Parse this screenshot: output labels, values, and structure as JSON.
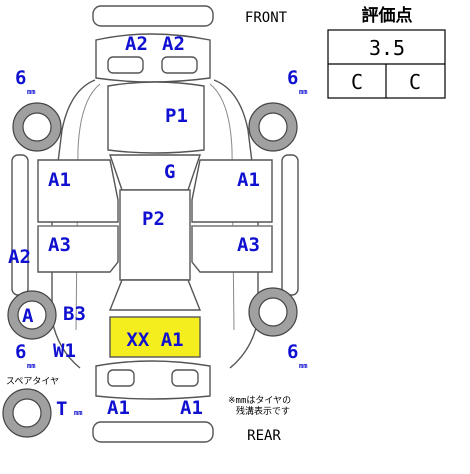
{
  "header": {
    "front_label": "FRONT",
    "rear_label": "REAR"
  },
  "grade": {
    "title": "評価点",
    "score": "3.5",
    "interior": "C",
    "exterior": "C"
  },
  "damage_marks": {
    "front_bumper_left": "A2",
    "front_bumper_right": "A2",
    "hood": "P1",
    "windshield": "G",
    "front_door_left": "A1",
    "front_door_right": "A1",
    "roof": "P2",
    "rear_door_left": "A3",
    "rear_door_right": "A3",
    "left_rocker": "A2",
    "left_rear_wheel": "A",
    "rear_pillar_left": "B3",
    "rear_quarter_left": "W1",
    "trunk": "XX A1",
    "rear_bumper_left": "A1",
    "rear_bumper_right": "A1"
  },
  "tires": {
    "front_left": "6",
    "front_right": "6",
    "rear_left": "6",
    "rear_right": "6",
    "unit": "mm",
    "spare_label": "スペアタイヤ",
    "spare_value": "T",
    "spare_unit": "mm"
  },
  "notes": {
    "line1": "※mmはタイヤの",
    "line2": "残溝表示です"
  },
  "colors": {
    "mark_blue": "#1010d0",
    "highlight_yellow": "#f5ee1e",
    "outline_gray": "#555555"
  }
}
